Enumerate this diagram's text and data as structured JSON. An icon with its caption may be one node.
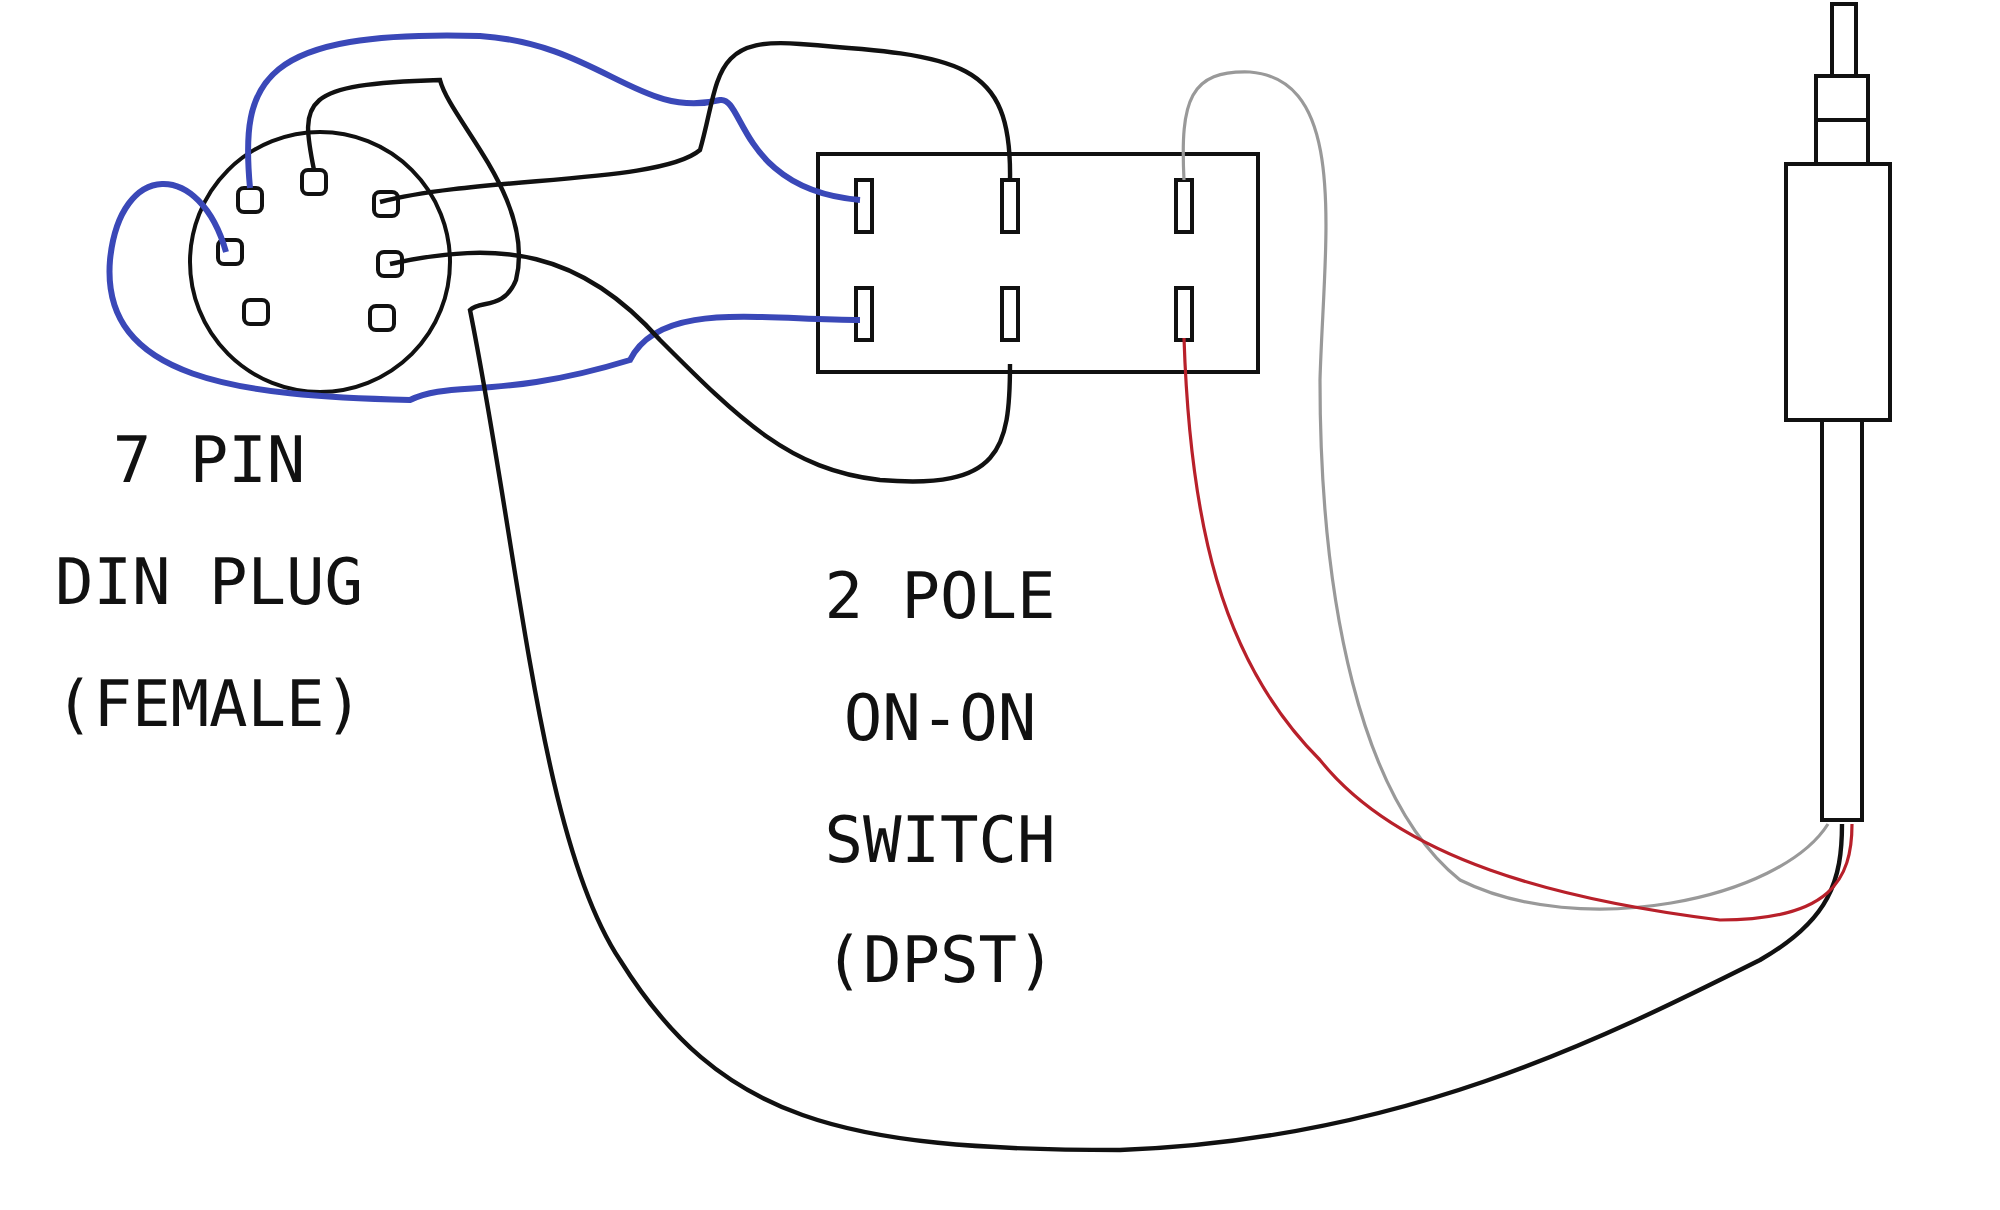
{
  "diagram": {
    "nodes": [
      {
        "text": [],
        "shape": "circle",
        "beside": [
          "7 PIN DIN PLUG (FEMALE)"
        ]
      },
      {
        "text": [],
        "shape": "box",
        "beside": [
          "2 POLE ON-ON SWITCH (DPST)"
        ]
      },
      {
        "text": [],
        "shape": "picture"
      }
    ],
    "edges": [
      {
        "from": 0,
        "to": 1,
        "arrow": "none",
        "color": "#3a48b8"
      },
      {
        "from": 0,
        "to": 1,
        "arrow": "none",
        "color": "#3a48b8"
      },
      {
        "from": 0,
        "to": 1,
        "arrow": "none"
      },
      {
        "from": 0,
        "to": 1,
        "arrow": "none"
      },
      {
        "from": 0,
        "to": 2,
        "arrow": "none"
      },
      {
        "from": 1,
        "to": 2,
        "arrow": "none",
        "color": "#999999"
      },
      {
        "from": 1,
        "to": 2,
        "arrow": "none",
        "color": "#b8202a"
      }
    ]
  }
}
